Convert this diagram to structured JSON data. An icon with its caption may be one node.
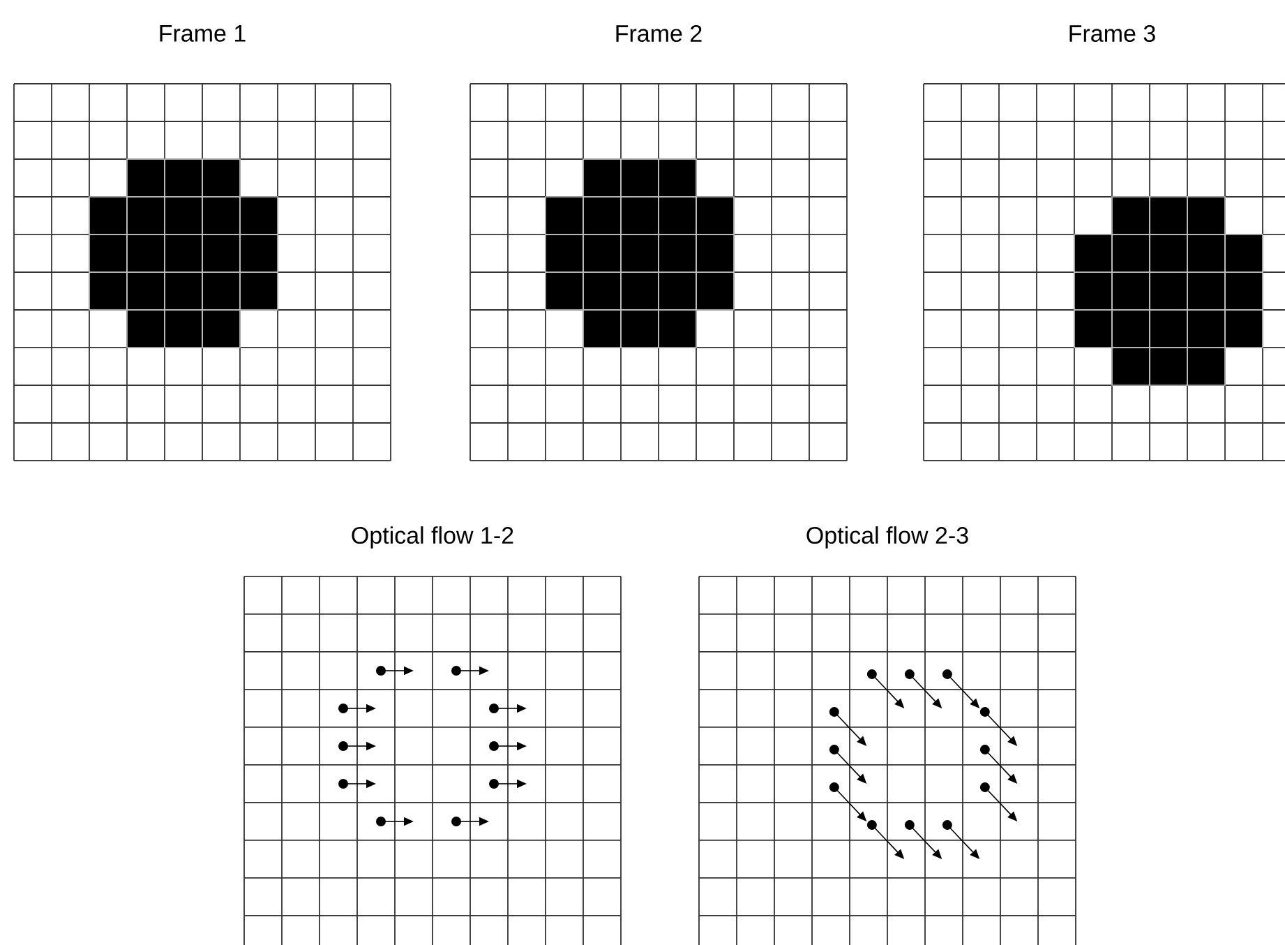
{
  "diagram": {
    "nodes": [
      {
        "text": [
          "Frame 1"
        ]
      },
      {
        "text": [
          "Frame 2"
        ]
      },
      {
        "text": [
          "Frame 3"
        ]
      },
      {
        "text": [
          "Optical flow 1-2"
        ]
      },
      {
        "text": [
          "Optical flow 2-3"
        ]
      }
    ]
  }
}
